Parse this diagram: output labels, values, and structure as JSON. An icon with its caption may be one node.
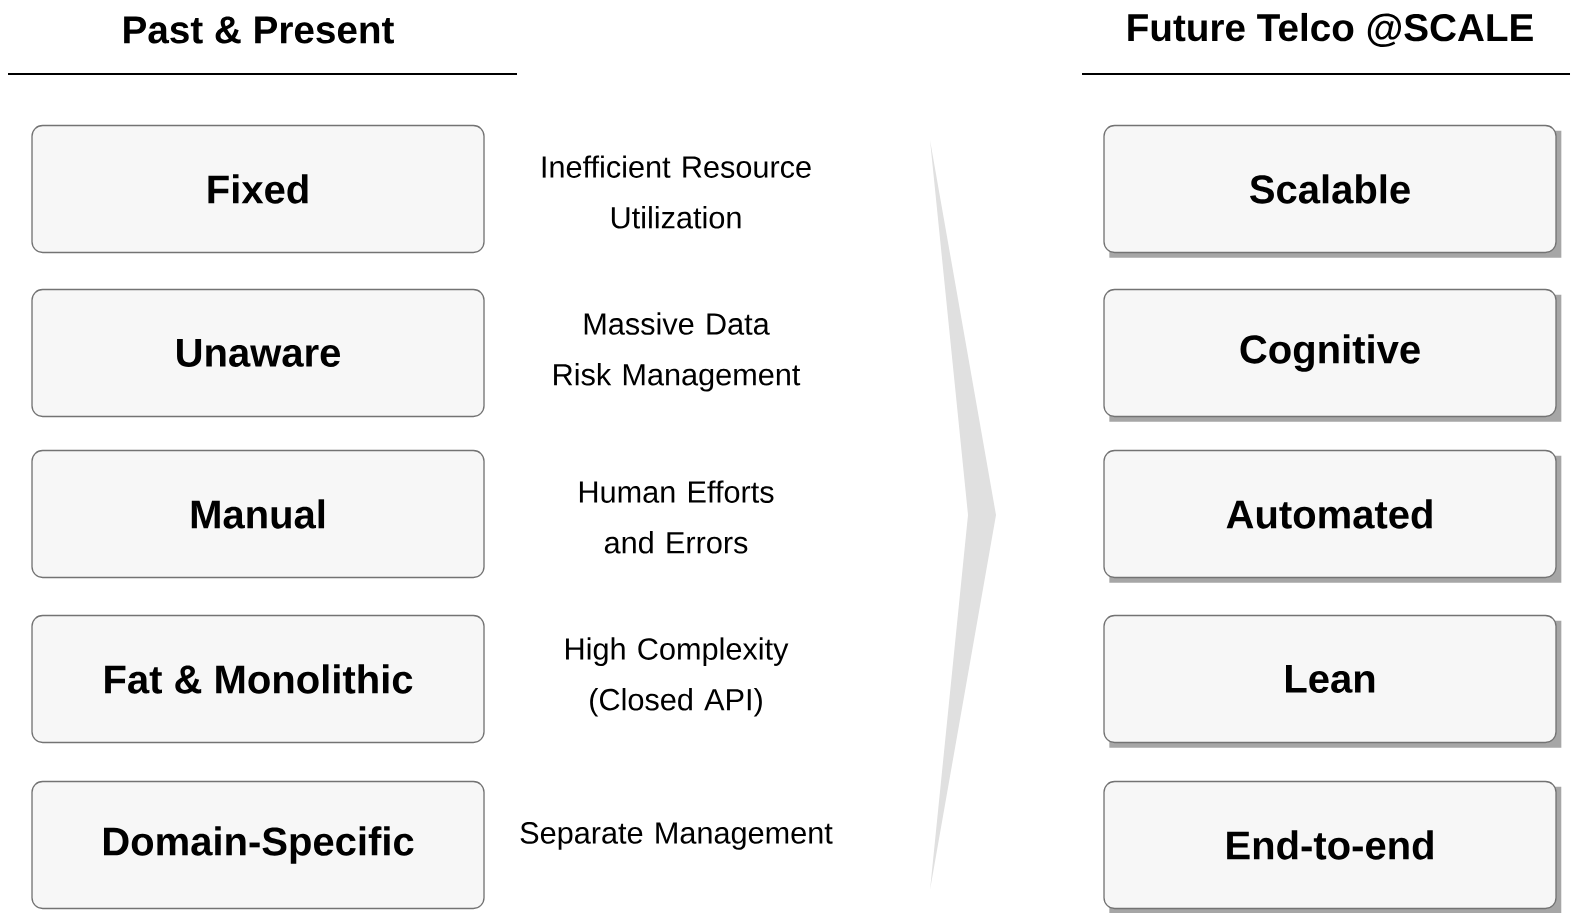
{
  "diagram": {
    "nodes": [
      {
        "text": [
          "Fixed"
        ]
      },
      {
        "text": [
          "Unaware"
        ]
      },
      {
        "text": [
          "Manual"
        ]
      },
      {
        "text": [
          "Fat & Monolithic"
        ]
      },
      {
        "text": [
          "Domain-Specific"
        ]
      },
      {
        "text": [
          "Scalable"
        ]
      },
      {
        "text": [
          "Cognitive"
        ]
      },
      {
        "text": [
          "Automated"
        ]
      },
      {
        "text": [
          "Lean"
        ]
      },
      {
        "text": [
          "End-to-end"
        ]
      }
    ],
    "labels": [
      "Past & Present",
      "Future Telco @SCALE",
      "Inefficient Resource Utilization",
      "Massive Data Risk Management",
      "Human Efforts and Errors",
      "High Complexity (Closed API)",
      "Separate Management"
    ]
  }
}
